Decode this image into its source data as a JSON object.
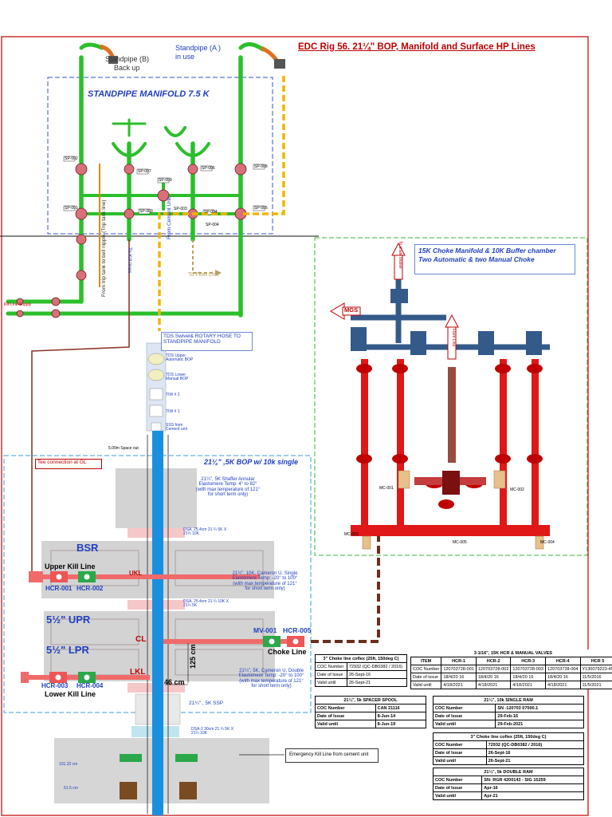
{
  "title": "EDC Rig 56. 21¼\" BOP, Manifold and  Surface HP Lines",
  "standpipe": {
    "a_line1": "Standpipe (A )",
    "a_line2": "in use",
    "b_line1": "Standpipe (B)",
    "b_line2": "Back up",
    "manifold_title": "STANDPIPE MANIFOLD   7.5 K",
    "valve_tags": [
      "SP-002",
      "SP-001",
      "SP-007",
      "SP-006",
      "SP-009",
      "SP-008",
      "SP-003",
      "SP-004",
      "SP-005",
      "SP-004",
      "SP-003"
    ],
    "to_kill_lines": "To Kill lines",
    "from_cement": "From Cement Unit",
    "from_trip_tank": "From trip tank to bell nipple (Trip tank line)",
    "to_flow_line": "To Flow Line",
    "kill_feed_label": "Kill Line Supply"
  },
  "tds_box": "TDS Swivel& ROTARY HOSE TO STANDPIPE MANIFOLD",
  "stack_labels": {
    "upper_auto": "TDS Upper Automatic BOP",
    "lower_manual": "TDS Lower Manual BOP",
    "tiw2": "TIW # 2",
    "tiw1": "TIW # 1",
    "sss": "SSS from Cement unit",
    "spacer_out": "5.00m Space out"
  },
  "choke": {
    "title_line1": "15K Choke Manifold  & 10K Buffer chamber",
    "title_line2": "Two Automatic  & two Manual  Choke",
    "mgs": "MGS",
    "to_shakers": "To shale shaker",
    "flare": "Flare Line",
    "tags": [
      "MC-001",
      "MC-002",
      "MC-003",
      "MC-004",
      "MC-005"
    ]
  },
  "bop": {
    "tee": "Tee connection at GL",
    "title": "21¼\" ,5K BOP  w/ 10k single",
    "annular": "21¼\", 5K Shaffer Annular Elastomere Temp: 4° to 82° (with max temperature of 121° for short term only)",
    "dsa1": "DSA, 25.4cm 21 ¼ 5K X 21¼  10K",
    "bsr": "BSR",
    "upper_kill": "Upper Kill Line",
    "hcr001": "HCR-001",
    "hcr002": "HCR-002",
    "ukl": "UKL",
    "single": "21¼\", 10K, Cameron U. Single Elastomere Temp: -20° to 100°(with max temperature of 121° for short term only)",
    "dsa2": "DSA, 25.4cm 21 ¼ 10K X 21¼  5K",
    "upr": "5½\" UPR",
    "lpr": "5½\" LPR",
    "cl": "CL",
    "lkl": "LKL",
    "mv001": "MV-001",
    "hcr005": "HCR-005",
    "choke_line": "Choke Line",
    "dim125": "125 cm",
    "dim46": "46 cm",
    "hcr003": "HCR-003",
    "hcr004": "HCR-004",
    "lower_kill": "Lower Kill Line",
    "double": "21¼\", 5K, Cameron U. Double Elastomere Temp: -20° to 100°(with max temperature of 121° for short term only)",
    "ssp": "21¼\" , 5K SSP",
    "dsa3": "DSA-2 30cm 21 ¼ 5K X 21¼  10K",
    "dim_a": "101.22 cm",
    "dim_b": "61.5 cm",
    "emergency": "Emergency Kill Line from cement unit"
  },
  "tables": {
    "hcr": {
      "caption": "3-1/16\", 15K HCR & MANUAL VALVES",
      "header": [
        "ITEM",
        "HCR-1",
        "HCR-2",
        "HCR-3",
        "HCR-4",
        "HCR 5"
      ],
      "rows": [
        [
          "COC Number",
          "120703728-001",
          "120703728-002",
          "120703728-003",
          "120703728-004",
          "Y130079223-45"
        ],
        [
          "Date of issue",
          "18/4/20 16",
          "18/4/20 16",
          "18/4/20 16",
          "18/4/20 16",
          "11/5/2016"
        ],
        [
          "Valid until",
          "4/18/2021",
          "4/18/2021",
          "4/18/2021",
          "4/18/2021",
          "11/5/2021"
        ]
      ]
    },
    "choke3": {
      "caption": "3\" Choke line coflex (25ft, 150deg C)",
      "rows": [
        [
          "COC Number",
          "72932 (QC-DB0382 / 2016)"
        ],
        [
          "Date of Issue",
          "26-Sept-16"
        ],
        [
          "Valid until",
          "26-Sept-21"
        ]
      ]
    },
    "spacer": {
      "caption": "21¼\", 5k SPACER SPOOL",
      "rows": [
        [
          "COC Number",
          "CAN 21116"
        ],
        [
          "Date of Issue",
          "8-Jun-14"
        ],
        [
          "Valid until",
          "8-Jun-19"
        ]
      ]
    },
    "single_ram": {
      "caption": "21¼\", 10k SINGLE RAM",
      "rows": [
        [
          "COC Number",
          "SN -120703 07000.1"
        ],
        [
          "Date of Issue",
          "29-Feb-16"
        ],
        [
          "Valid until",
          "29-Feb-2021"
        ]
      ]
    },
    "choke_coflex": {
      "caption": "3\" Choke line coflex (25ft, 150deg C)",
      "rows": [
        [
          "COC Number",
          "72932 (QC-DB0382 / 2016)"
        ],
        [
          "Date of Issue",
          "26-Sept-16"
        ],
        [
          "Valid until",
          "26-Sept-21"
        ]
      ]
    },
    "double_ram": {
      "caption": "21¼\", 5k DOUBLE RAM",
      "rows": [
        [
          "COC Number",
          "SN- RGR 4200143 - SIG 15259"
        ],
        [
          "Date of Issue",
          "Apr-16"
        ],
        [
          "Valid until",
          "Apr-21"
        ]
      ]
    }
  }
}
